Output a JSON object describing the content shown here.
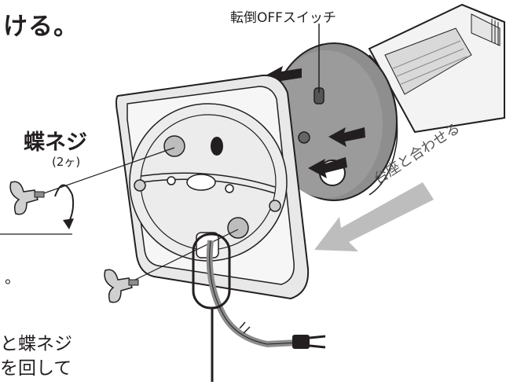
{
  "heading_fragment": "ける。",
  "callout_label": "転倒OFFスイッチ",
  "screw_title": "蝶ネジ",
  "screw_count": "(2ヶ)",
  "arrow_label": "台座と合わせる",
  "stray_mark": "。",
  "instruction_line1": "と蝶ネジ",
  "instruction_line2": "を回して",
  "colors": {
    "ink": "#231f20",
    "panel": "#f0f0f0",
    "arrow_gray": "#bdbdbd",
    "shade": "#8c8c8c"
  }
}
